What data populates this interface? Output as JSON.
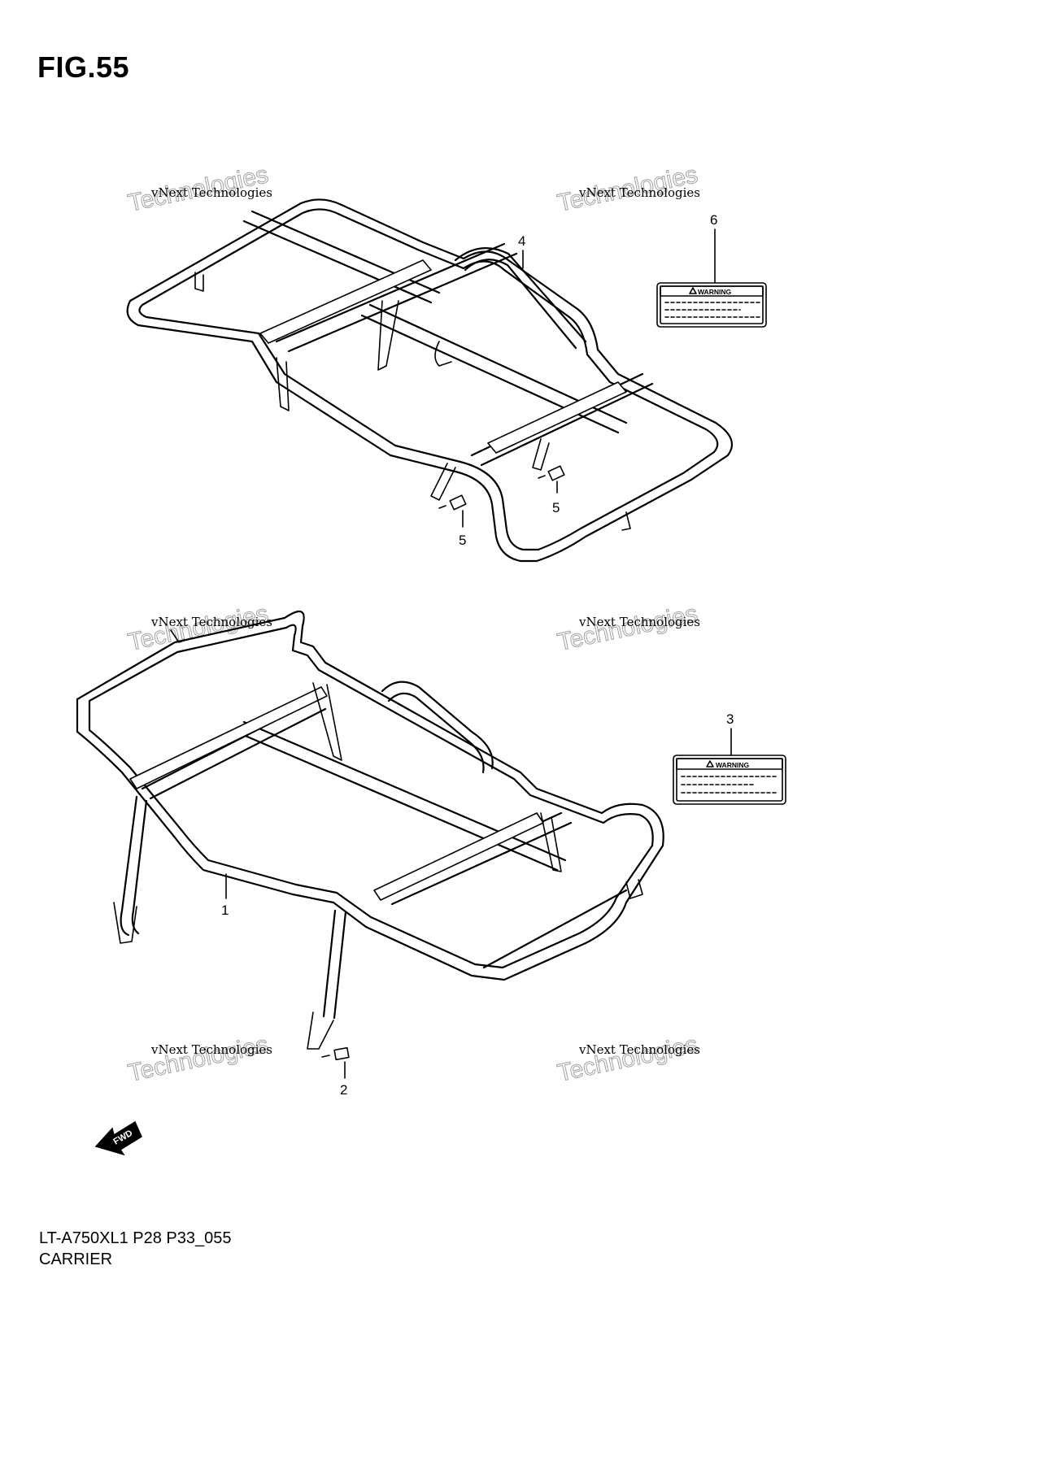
{
  "figure": {
    "title": "FIG.55"
  },
  "callouts": {
    "c1": "1",
    "c2": "2",
    "c3": "3",
    "c4": "4",
    "c5a": "5",
    "c5b": "5",
    "c6": "6"
  },
  "labels": {
    "warning_text": "WARNING"
  },
  "fwd_arrow": {
    "text": "FWD"
  },
  "watermark": {
    "line1": "vNext Technologies",
    "line2": "Technologies",
    "top": "vNext"
  },
  "footer": {
    "model_code": "LT-A750XL1 P28 P33_055",
    "section_name": "CARRIER"
  }
}
